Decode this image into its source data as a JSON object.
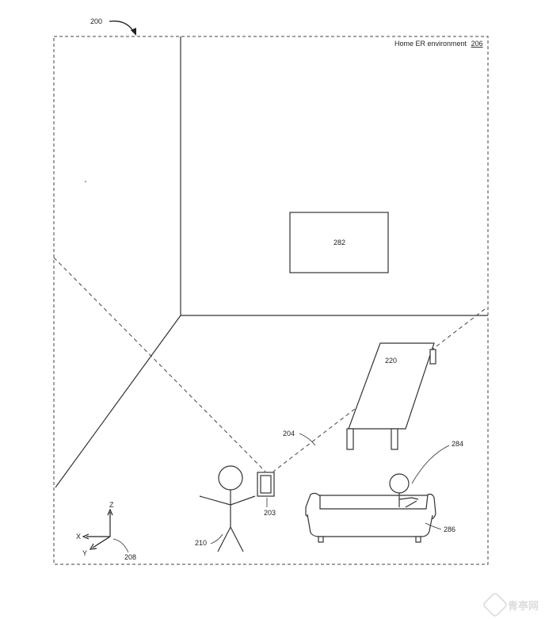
{
  "figure": {
    "figure_ref": "200",
    "environment_label": "Home ER environment",
    "environment_ref": "206",
    "labels": {
      "display_surface": "282",
      "table": "220",
      "field_of_view": "204",
      "person": "284",
      "device": "203",
      "user": "210",
      "sofa": "286",
      "axes": "208"
    },
    "axes": {
      "z": "Z",
      "x": "X",
      "y": "Y"
    }
  },
  "watermark": {
    "text": "青亭网"
  }
}
